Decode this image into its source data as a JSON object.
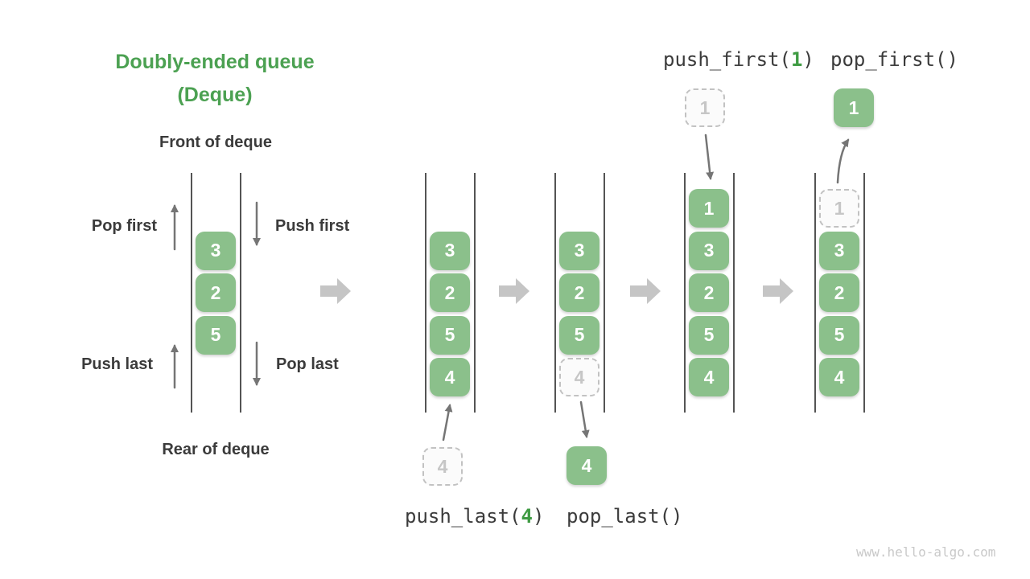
{
  "title": {
    "line1": "Doubly-ended queue",
    "line2": "(Deque)"
  },
  "legend": {
    "front_label": "Front of deque",
    "rear_label": "Rear of deque",
    "pop_first": "Pop first",
    "push_first": "Push first",
    "push_last": "Push last",
    "pop_last": "Pop last"
  },
  "operations": {
    "push_first": {
      "prefix": "push_first(",
      "arg": "1",
      "suffix": ")"
    },
    "pop_first": {
      "label": "pop_first()"
    },
    "push_last": {
      "prefix": "push_last(",
      "arg": "4",
      "suffix": ")"
    },
    "pop_last": {
      "label": "pop_last()"
    }
  },
  "queues": [
    {
      "name": "deque-initial",
      "start_row": 1,
      "cells": [
        {
          "value": "3",
          "style": "solid"
        },
        {
          "value": "2",
          "style": "solid"
        },
        {
          "value": "5",
          "style": "solid"
        }
      ]
    },
    {
      "name": "deque-after-push-last",
      "start_row": 1,
      "cells": [
        {
          "value": "3",
          "style": "solid"
        },
        {
          "value": "2",
          "style": "solid"
        },
        {
          "value": "5",
          "style": "solid"
        },
        {
          "value": "4",
          "style": "solid"
        }
      ]
    },
    {
      "name": "deque-after-pop-last",
      "start_row": 1,
      "cells": [
        {
          "value": "3",
          "style": "solid"
        },
        {
          "value": "2",
          "style": "solid"
        },
        {
          "value": "5",
          "style": "solid"
        },
        {
          "value": "4",
          "style": "ghost"
        }
      ]
    },
    {
      "name": "deque-after-push-first",
      "start_row": 0,
      "cells": [
        {
          "value": "1",
          "style": "solid"
        },
        {
          "value": "3",
          "style": "solid"
        },
        {
          "value": "2",
          "style": "solid"
        },
        {
          "value": "5",
          "style": "solid"
        },
        {
          "value": "4",
          "style": "solid"
        }
      ]
    },
    {
      "name": "deque-after-pop-first",
      "start_row": 0,
      "cells": [
        {
          "value": "1",
          "style": "ghost"
        },
        {
          "value": "3",
          "style": "solid"
        },
        {
          "value": "2",
          "style": "solid"
        },
        {
          "value": "5",
          "style": "solid"
        },
        {
          "value": "4",
          "style": "solid"
        }
      ]
    }
  ],
  "floating_cells": [
    {
      "name": "incoming-value-4",
      "value": "4",
      "style": "ghost"
    },
    {
      "name": "popped-value-4",
      "value": "4",
      "style": "solid"
    },
    {
      "name": "incoming-value-1",
      "value": "1",
      "style": "ghost"
    },
    {
      "name": "popped-value-1",
      "value": "1",
      "style": "solid"
    }
  ],
  "watermark": "www.hello-algo.com",
  "colors": {
    "title_green": "#4ca152",
    "code_green": "#3f9b43",
    "cell_green": "#8bc08b",
    "cell_text": "#ffffff",
    "ghost_border": "#c2c2c2",
    "ghost_text": "#c6c6c6",
    "ghost_bg": "#fbfbfb",
    "text_dark": "#3b3b3b",
    "line_dark": "#545454",
    "arrow_gray": "#757575",
    "step_arrow_gray": "#c5c5c5",
    "watermark_gray": "#c9c9c9"
  }
}
